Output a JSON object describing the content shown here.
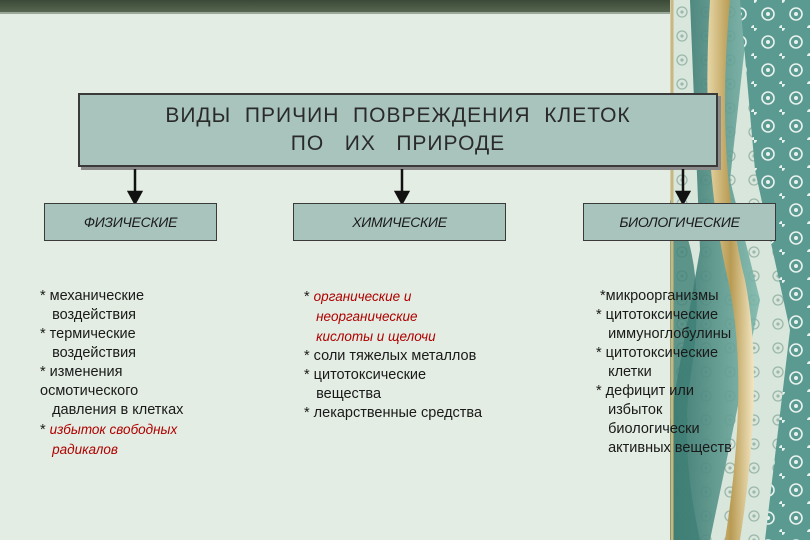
{
  "title": {
    "line1": "ВИДЫ  ПРИЧИН  ПОВРЕЖДЕНИЯ  КЛЕТОК",
    "line2": "ПО   ИХ   ПРИРОДЕ"
  },
  "categories": [
    {
      "label": "ФИЗИЧЕСКИЕ",
      "items": [
        {
          "text": "* механические",
          "style": "normal"
        },
        {
          "text": "   воздействия",
          "style": "normal"
        },
        {
          "text": "* термические",
          "style": "normal"
        },
        {
          "text": "   воздействия",
          "style": "normal"
        },
        {
          "text": "* изменения",
          "style": "normal"
        },
        {
          "text": "осмотического",
          "style": "normal"
        },
        {
          "text": "   давления в клетках",
          "style": "normal"
        },
        {
          "text": "* ",
          "style": "normal",
          "red": "избыток свободных"
        },
        {
          "text": "   ",
          "style": "normal",
          "red": "радикалов"
        }
      ]
    },
    {
      "label": "ХИМИЧЕСКИЕ",
      "items": [
        {
          "text": "* ",
          "style": "normal",
          "red": "органические и"
        },
        {
          "text": "   ",
          "style": "normal",
          "red": "неорганические"
        },
        {
          "text": "   ",
          "style": "normal",
          "red": "кислоты и щелочи"
        },
        {
          "text": "* соли тяжелых металлов",
          "style": "normal"
        },
        {
          "text": "* цитотоксические",
          "style": "normal"
        },
        {
          "text": "   вещества",
          "style": "normal"
        },
        {
          "text": "* лекарственные средства",
          "style": "normal"
        }
      ]
    },
    {
      "label": "БИОЛОГИЧЕСКИЕ",
      "items": [
        {
          "text": " *микроорганизмы",
          "style": "normal"
        },
        {
          "text": "* цитотоксические",
          "style": "normal"
        },
        {
          "text": "   иммуноглобулины",
          "style": "normal"
        },
        {
          "text": "* цитотоксические",
          "style": "normal"
        },
        {
          "text": "   клетки",
          "style": "normal"
        },
        {
          "text": "* дефицит или",
          "style": "normal"
        },
        {
          "text": "   избыток",
          "style": "normal"
        },
        {
          "text": "   биологически",
          "style": "normal"
        },
        {
          "text": "   активных веществ",
          "style": "normal"
        }
      ]
    }
  ],
  "colors": {
    "background": "#e3ede3",
    "box_fill": "#a8c4bd",
    "accent_red": "#b00000",
    "decor_teal": "#4f8f86",
    "decor_gold": "#b89a52"
  }
}
